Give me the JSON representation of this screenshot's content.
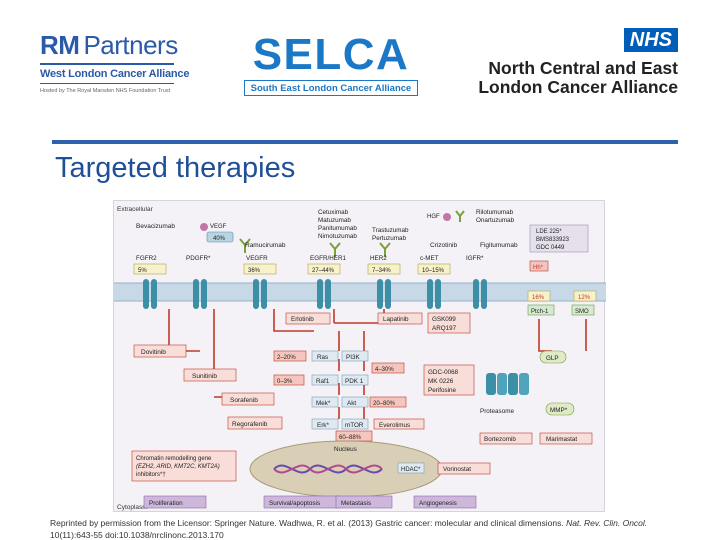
{
  "logos": {
    "rm": {
      "main": "RM",
      "partners": "Partners",
      "sub": "West London Cancer Alliance",
      "tiny": "Hosted by The Royal Marsden NHS Foundation Trust"
    },
    "selca": {
      "word": "SELCA",
      "sub": "South East London Cancer Alliance"
    },
    "nhs": {
      "badge": "NHS",
      "line1": "North Central and East",
      "line2": "London Cancer Alliance"
    }
  },
  "title": "Targeted therapies",
  "diagram": {
    "regions": {
      "top": "Extracellular",
      "bottom": "Cytoplasm",
      "nucleus": "Nucleus"
    },
    "drugs_left": [
      "Bevacizumab",
      "Ramucirumab"
    ],
    "ligands": [
      "VEGF",
      "HGF"
    ],
    "ligand_pct": "40%",
    "antibody_groups": {
      "egfr": [
        "Cetuximab",
        "Matuzumab",
        "Panitumumab",
        "Nimotuzumab"
      ],
      "her2": [
        "Trastuzumab",
        "Pertuzumab"
      ],
      "met": [
        "Rilotumumab",
        "Onartuzumab"
      ]
    },
    "met_drugs": [
      "Crizotinib",
      "Figitumumab"
    ],
    "ldc_box": [
      "LDE 225*",
      "BMS833923",
      "GDC 0449"
    ],
    "receptors": [
      "FGFR2",
      "PDGFR*",
      "VEGFR",
      "EGFR/HER1",
      "HER2",
      "c-MET",
      "IGFR*"
    ],
    "receptor_pcts": [
      "5%",
      "",
      "36%",
      "27–44%",
      "7–34%",
      "10–15%",
      ""
    ],
    "hh": {
      "hh": "Hh*",
      "pct1": "16%",
      "pct2": "12%",
      "ptch": "Ptch-1",
      "smo": "SMO"
    },
    "kinase_drugs": [
      "Erlotinib",
      "Lapatinib"
    ],
    "gsk": [
      "GSK099",
      "ARQ197"
    ],
    "side_drugs": [
      "Dovitinib",
      "Sunitinib",
      "Sorafenib",
      "Regorafenib"
    ],
    "pathway": {
      "ras": "Ras",
      "pi3k": "PI3K",
      "raf": "Raf1",
      "pdk": "PDK 1",
      "mek": "Mek*",
      "akt": "Akt",
      "erk": "Erk*",
      "mtor": "mTOR",
      "pct_ras": "2–20%",
      "pct_raf": "0–3%",
      "pct_pi3k": "4–30%",
      "pct_akt": "20–80%",
      "pct_mtor": "60–88%"
    },
    "akt_inhibitors": [
      "GDC-0068",
      "MK 0226",
      "Perifosine"
    ],
    "everolimus": "Everolimus",
    "right_side": {
      "glp": "GLP",
      "mmp": "MMP*",
      "proteasome": "Proteasome",
      "bortezomib": "Bortezomib",
      "marimastat": "Marimastat",
      "vorinostat": "Vorinostat",
      "hdac": "HDAC*"
    },
    "chromatin": [
      "Chromatin remodelling gene",
      "(EZH2, ARID, KMT2C, KMT2A)",
      "inhibitors*†"
    ],
    "outcomes": [
      "Proliferation",
      "Survival/apoptosis",
      "Metastasis",
      "Angiogenesis"
    ]
  },
  "caption": {
    "text": "Reprinted by permission from the Licensor: Springer Nature. Wadhwa, R. et al. (2013) Gastric cancer: molecular and clinical dimensions.",
    "journal": "Nat. Rev. Clin. Oncol.",
    "ref": "10(11):643-55 doi:10.1038/nrclinonc.2013.170"
  },
  "colors": {
    "brand_blue": "#2b5aa8",
    "title_blue": "#1f4f99",
    "nhs_blue": "#005eb8",
    "pathway_red": "#c0392b",
    "receptor_teal": "#3d8fa6"
  }
}
